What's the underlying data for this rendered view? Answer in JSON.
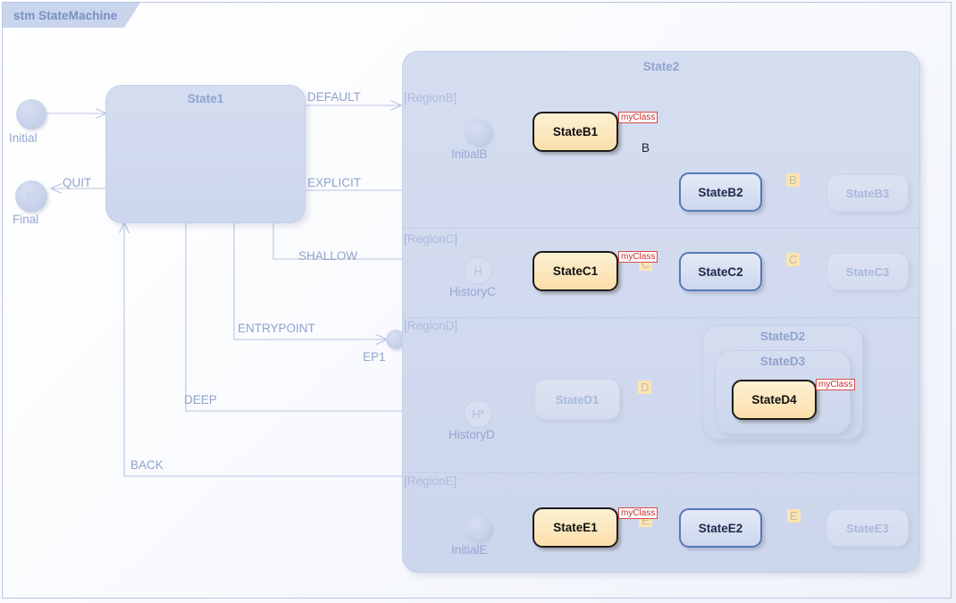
{
  "diagram": {
    "title": "stm StateMachine",
    "type": "uml-state-machine"
  },
  "colors": {
    "frame_border": "#b9c6e4",
    "title_tab_bg": "#c9d5ed",
    "title_tab_text": "#7a8ec2",
    "ghost_fill": "#d5ddf0",
    "ghost_text": "#aab9dd",
    "highlight_orange_fill": "#fbdfaa",
    "highlight_orange_border": "#1b1b1b",
    "selected_blue_fill": "#ccd7ee",
    "selected_blue_border": "#5878b8",
    "badge_bg": "#fbe4b4",
    "stereotype_border": "#d44a4a",
    "stereotype_text": "#cc2a2a",
    "transition_line": "#b9c5e2",
    "active_line": "#111111"
  },
  "outer": {
    "state1": {
      "label": "State1"
    },
    "initial": {
      "label": "Initial",
      "kind": "initial-pseudostate"
    },
    "final": {
      "label": "Final",
      "kind": "final-state"
    },
    "entrypoint": {
      "label": "EP1",
      "kind": "entry-point-pseudostate"
    },
    "transitions": [
      {
        "label": "DEFAULT"
      },
      {
        "label": "EXPLICIT"
      },
      {
        "label": "SHALLOW"
      },
      {
        "label": "ENTRYPOINT"
      },
      {
        "label": "DEEP"
      },
      {
        "label": "BACK"
      },
      {
        "label": "QUIT"
      }
    ]
  },
  "state2": {
    "label": "State2",
    "regions": [
      {
        "label": "[RegionB]",
        "nodes": {
          "initial": {
            "label": "InitialB",
            "kind": "initial-pseudostate"
          },
          "s1": {
            "label": "StateB1",
            "style": "highlight-orange",
            "stereotype": "myClass"
          },
          "s2": {
            "label": "StateB2",
            "style": "selected-blue"
          },
          "s3": {
            "label": "StateB3",
            "style": "ghost"
          }
        },
        "transition_labels": [
          {
            "label": "B",
            "style": "plain"
          },
          {
            "label": "B",
            "style": "badge"
          }
        ]
      },
      {
        "label": "[RegionC]",
        "nodes": {
          "history": {
            "label": "HistoryC",
            "kind": "shallow-history",
            "glyph": "H"
          },
          "s1": {
            "label": "StateC1",
            "style": "highlight-orange",
            "stereotype": "myClass"
          },
          "s2": {
            "label": "StateC2",
            "style": "selected-blue"
          },
          "s3": {
            "label": "StateC3",
            "style": "ghost"
          }
        },
        "transition_labels": [
          {
            "label": "C",
            "style": "badge-hidden"
          },
          {
            "label": "C",
            "style": "badge"
          }
        ]
      },
      {
        "label": "[RegionD]",
        "nodes": {
          "history": {
            "label": "HistoryD",
            "kind": "deep-history",
            "glyph": "H*"
          },
          "s1": {
            "label": "StateD1",
            "style": "ghost"
          },
          "s2": {
            "label": "StateD2",
            "style": "ghost-composite"
          },
          "s3": {
            "label": "StateD3",
            "style": "ghost-composite"
          },
          "s4": {
            "label": "StateD4",
            "style": "highlight-orange",
            "stereotype": "myClass"
          }
        },
        "transition_labels": [
          {
            "label": "D",
            "style": "badge"
          }
        ]
      },
      {
        "label": "[RegionE]",
        "nodes": {
          "initial": {
            "label": "InitialE",
            "kind": "initial-pseudostate"
          },
          "s1": {
            "label": "StateE1",
            "style": "highlight-orange",
            "stereotype": "myClass"
          },
          "s2": {
            "label": "StateE2",
            "style": "selected-blue"
          },
          "s3": {
            "label": "StateE3",
            "style": "ghost"
          }
        },
        "transition_labels": [
          {
            "label": "E",
            "style": "badge-hidden"
          },
          {
            "label": "E",
            "style": "badge"
          }
        ]
      }
    ]
  }
}
